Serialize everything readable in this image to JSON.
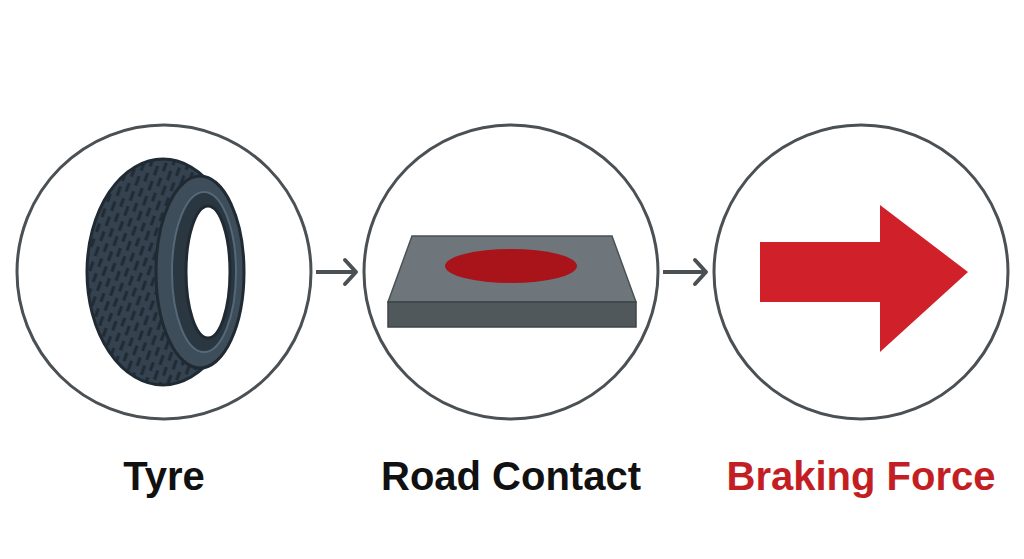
{
  "diagram": {
    "nodes": [
      {
        "text": [
          "Tyre"
        ]
      },
      {
        "text": [
          "Road Contact"
        ]
      },
      {
        "text": [
          "Braking Force"
        ]
      }
    ],
    "edges": [
      {
        "from": 0,
        "to": 1,
        "arrow": "to"
      },
      {
        "from": 1,
        "to": 2,
        "arrow": "to"
      }
    ]
  }
}
